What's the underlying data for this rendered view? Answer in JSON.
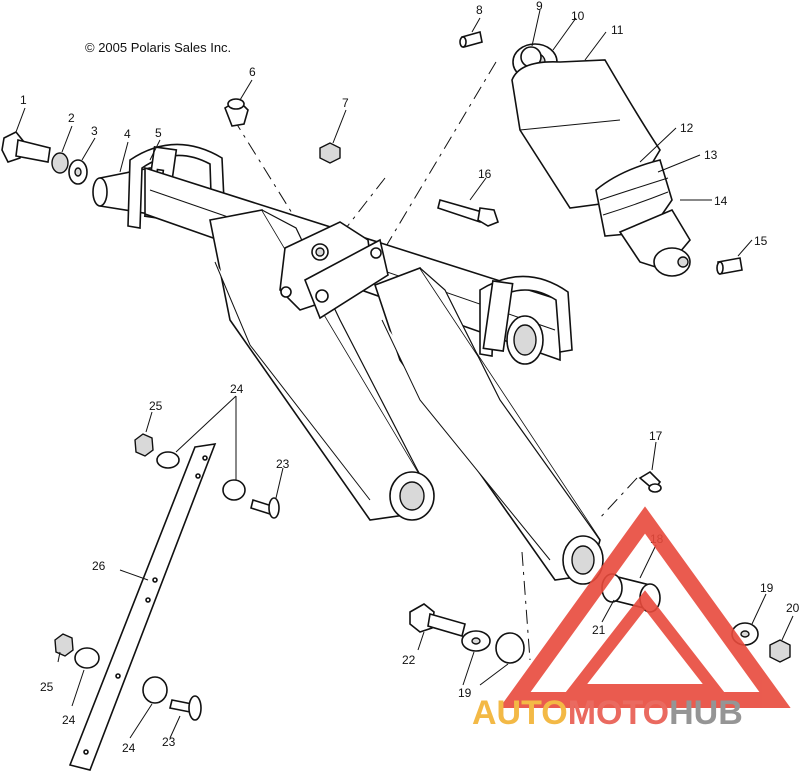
{
  "copyright": "© 2005 Polaris Sales Inc.",
  "callouts": [
    {
      "id": "c1",
      "label": "1"
    },
    {
      "id": "c2",
      "label": "2"
    },
    {
      "id": "c3",
      "label": "3"
    },
    {
      "id": "c4",
      "label": "4"
    },
    {
      "id": "c5",
      "label": "5"
    },
    {
      "id": "c6",
      "label": "6"
    },
    {
      "id": "c7",
      "label": "7"
    },
    {
      "id": "c8",
      "label": "8"
    },
    {
      "id": "c9",
      "label": "9"
    },
    {
      "id": "c10",
      "label": "10"
    },
    {
      "id": "c11",
      "label": "11"
    },
    {
      "id": "c12",
      "label": "12"
    },
    {
      "id": "c13",
      "label": "13"
    },
    {
      "id": "c14",
      "label": "14"
    },
    {
      "id": "c15",
      "label": "15"
    },
    {
      "id": "c16",
      "label": "16"
    },
    {
      "id": "c17",
      "label": "17"
    },
    {
      "id": "c18",
      "label": "18"
    },
    {
      "id": "c19a",
      "label": "19"
    },
    {
      "id": "c19b",
      "label": "19"
    },
    {
      "id": "c20",
      "label": "20"
    },
    {
      "id": "c21",
      "label": "21"
    },
    {
      "id": "c22",
      "label": "22"
    },
    {
      "id": "c23a",
      "label": "23"
    },
    {
      "id": "c23b",
      "label": "23"
    },
    {
      "id": "c24a",
      "label": "24"
    },
    {
      "id": "c24b",
      "label": "24"
    },
    {
      "id": "c24c",
      "label": "24"
    },
    {
      "id": "c25a",
      "label": "25"
    },
    {
      "id": "c25b",
      "label": "25"
    },
    {
      "id": "c26",
      "label": "26"
    }
  ],
  "watermark": {
    "part1": "AUTO",
    "part2": "MOTO",
    "part3": "HUB",
    "colors": {
      "part1": "#f2b233",
      "part2": "#e85a4f",
      "part3": "#8a8a8a",
      "triangle": "#e84a3c"
    }
  }
}
